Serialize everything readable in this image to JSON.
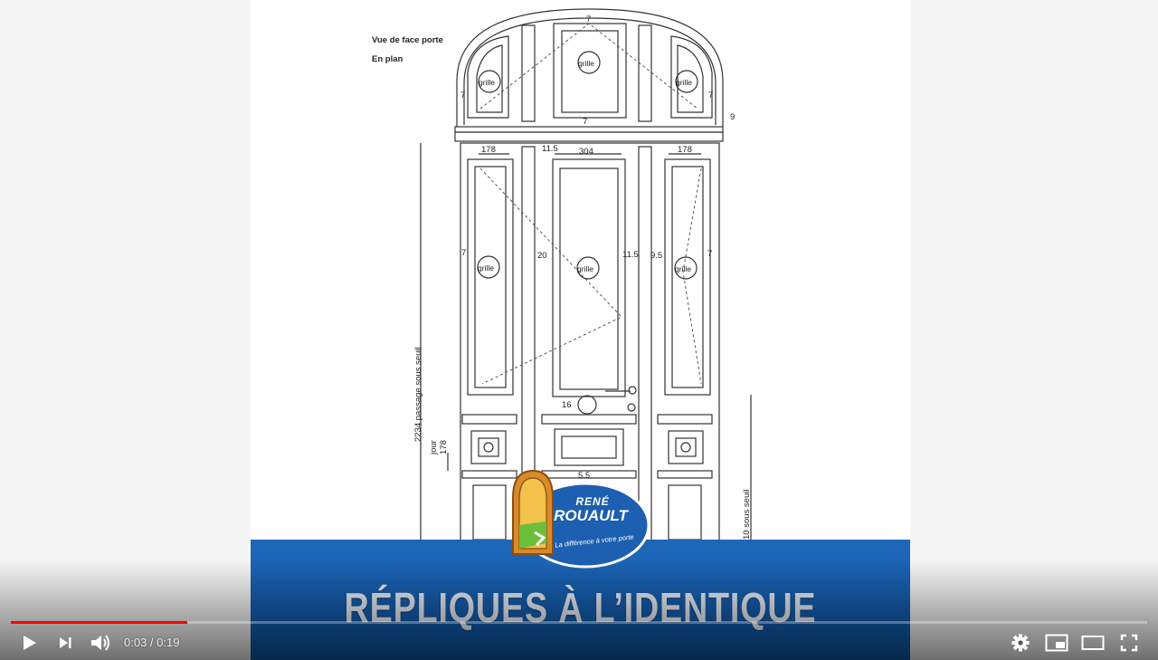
{
  "video": {
    "banner_title": "RÉPLIQUES À L’IDENTIQUE",
    "logo": {
      "line1": "RENÉ",
      "line2": "ROUAULT",
      "tagline": "La différence à votre porte"
    }
  },
  "drawing": {
    "view_label": "Vue de face porte",
    "plan_label": "En plan",
    "grille_label": "grille",
    "dims": {
      "d7": "7",
      "d9": "9",
      "d178": "178",
      "d11_5": "11.5",
      "d304": "304",
      "d20": "20",
      "d9_5": "9.5",
      "d16": "16",
      "d5_5": "5.5",
      "passage": "2234 passage sous seuil",
      "jour": "jour",
      "sous_seuil": "10 sous seuil"
    }
  },
  "player": {
    "time_current": "0:03",
    "time_separator": " / ",
    "time_total": "0:19",
    "progress": {
      "played_fraction": 0.155,
      "buffered_fraction": 0.155
    },
    "colors": {
      "progress_played": "#ff0000",
      "controls": "#ffffff",
      "banner": "#0e57a8"
    },
    "icons": {
      "play": "play-icon",
      "next": "skip-next-icon",
      "volume": "volume-icon",
      "settings": "gear-icon",
      "miniplayer": "miniplayer-icon",
      "theater": "theater-mode-icon",
      "fullscreen": "fullscreen-icon"
    }
  }
}
